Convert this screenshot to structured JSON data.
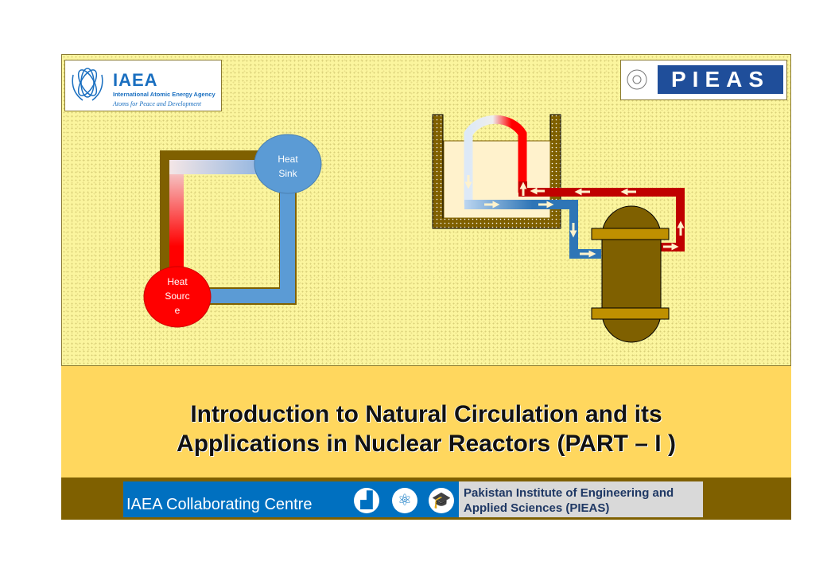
{
  "logos": {
    "iaea": {
      "name": "IAEA",
      "subtitle": "International Atomic Energy Agency",
      "tagline": "Atoms for Peace and Development"
    },
    "pieas": {
      "name": "PIEAS"
    }
  },
  "diagram_left": {
    "heat_sink": [
      "Heat",
      "Sink"
    ],
    "heat_source": [
      "Heat",
      "Sourc",
      "e"
    ]
  },
  "title": {
    "line1": "Introduction to Natural Circulation and its",
    "line2": "Applications in Nuclear Reactors (PART – I )"
  },
  "footer": {
    "left": "IAEA Collaborating Centre",
    "right_line1": "Pakistan Institute of Engineering and",
    "right_line2": "Applied Sciences (PIEAS)",
    "icons": [
      "reactor-icon",
      "atom-icon",
      "graduation-cap-icon"
    ]
  },
  "colors": {
    "hot": "#C00000",
    "cold": "#2E75B6",
    "brown": "#7F6000",
    "band": "#FFD75E"
  }
}
